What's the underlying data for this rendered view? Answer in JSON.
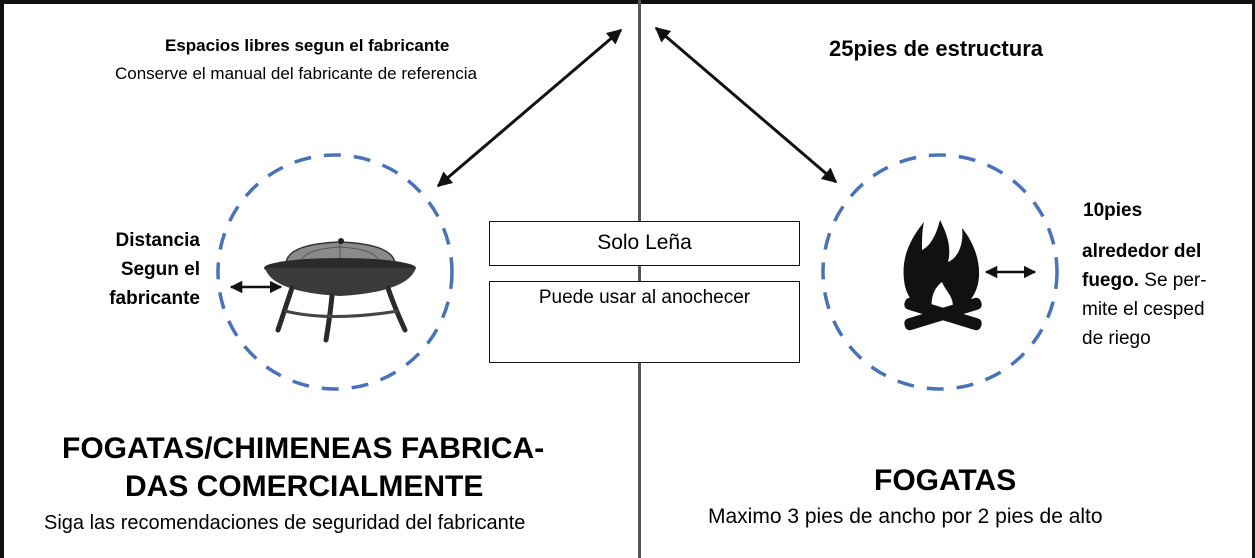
{
  "left_panel": {
    "clearance_title": "Espacios libres segun el fabricante",
    "clearance_note": "Conserve el manual del fabricante de referencia",
    "distance_lines": [
      "Distancia",
      "Segun el",
      "fabricante"
    ],
    "heading_line1": "FOGATAS/CHIMENEAS FABRICA-",
    "heading_line2": "DAS COMERCIALMENTE",
    "subtitle": "Siga las recomendaciones de seguridad del fabricante"
  },
  "center": {
    "box_top": "Solo Leña",
    "box_bottom": "Puede usar al anochecer"
  },
  "right_panel": {
    "structure_label": "25pies de estructura",
    "ten_feet": "10pies",
    "around_bold_1": "alrededor del",
    "around_bold_2": "fuego.",
    "around_rest_2": " Se per-",
    "around_line_3": "mite el cesped",
    "around_line_4": "de riego",
    "heading": "FOGATAS",
    "subtitle": "Maximo 3 pies de ancho por 2 pies de alto"
  },
  "colors": {
    "circle": "#4a72b8",
    "ink": "#111111"
  },
  "icons": [
    "fire-pit-icon",
    "campfire-icon"
  ]
}
